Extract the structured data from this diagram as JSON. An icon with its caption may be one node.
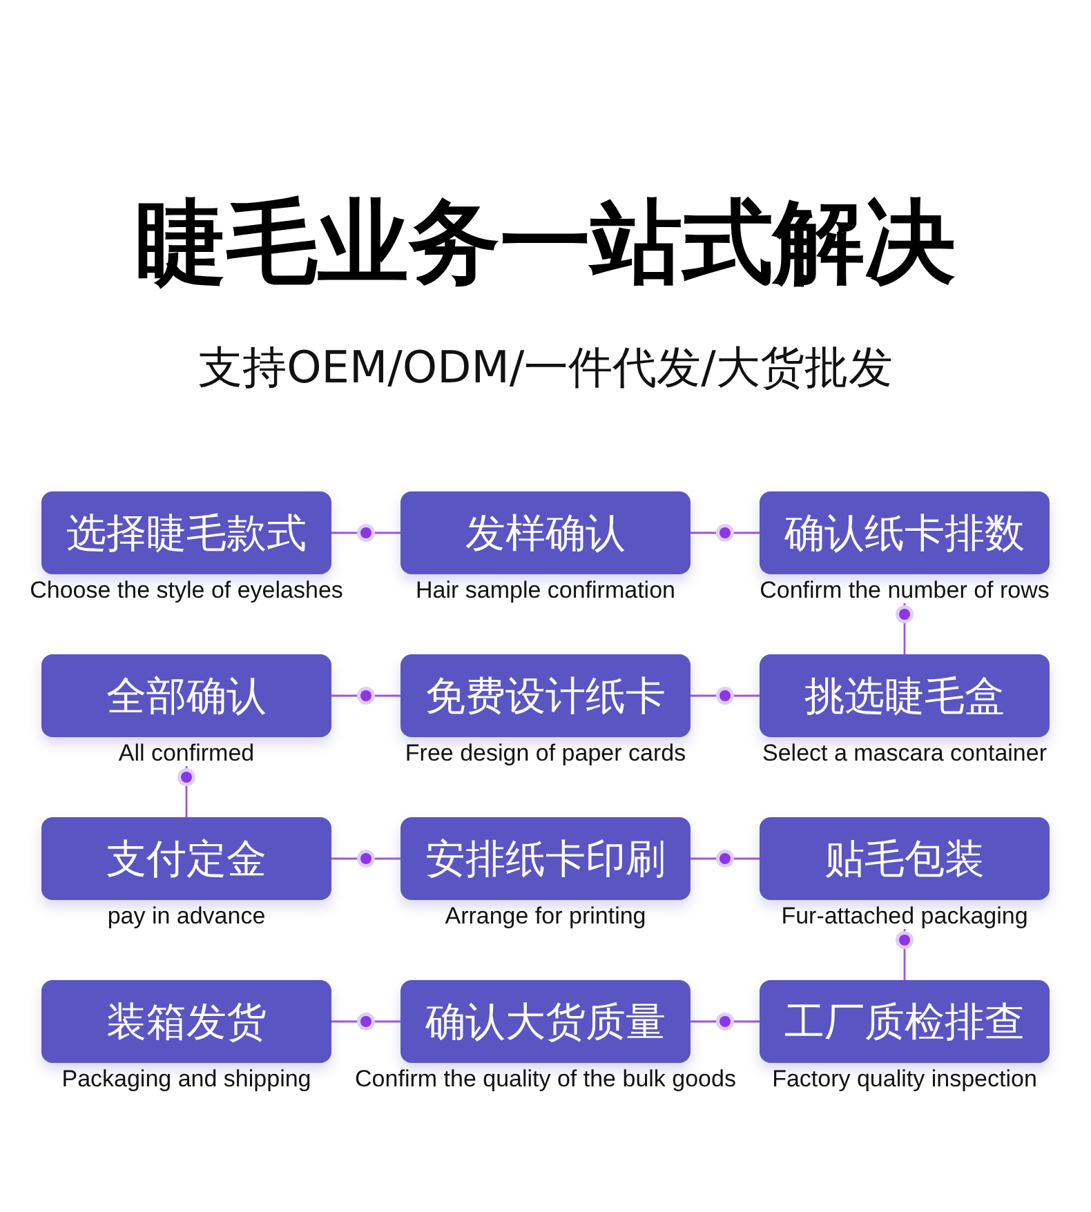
{
  "diagram": {
    "title": "睫毛业务一站式解决",
    "nodes": [
      {
        "text": [
          "选择睫毛款式"
        ],
        "beside": [
          "Choose the style of eyelashes"
        ]
      },
      {
        "text": [
          "发样确认"
        ],
        "beside": [
          "Hair sample confirmation"
        ]
      },
      {
        "text": [
          "确认纸卡排数"
        ],
        "beside": [
          "Confirm the number of rows"
        ]
      },
      {
        "text": [
          "全部确认"
        ],
        "beside": [
          "All confirmed"
        ]
      },
      {
        "text": [
          "免费设计纸卡"
        ],
        "beside": [
          "Free design of paper cards"
        ]
      },
      {
        "text": [
          "挑选睫毛盒"
        ],
        "beside": [
          "Select a mascara container"
        ]
      },
      {
        "text": [
          "支付定金"
        ],
        "beside": [
          "pay in advance"
        ]
      },
      {
        "text": [
          "安排纸卡印刷"
        ],
        "beside": [
          "Arrange for printing"
        ]
      },
      {
        "text": [
          "贴毛包装"
        ],
        "beside": [
          "Fur-attached packaging"
        ]
      },
      {
        "text": [
          "装箱发货"
        ],
        "beside": [
          "Packaging and shipping"
        ]
      },
      {
        "text": [
          "确认大货质量"
        ],
        "beside": [
          "Confirm the quality of the bulk goods"
        ]
      },
      {
        "text": [
          "工厂质检排查"
        ],
        "beside": [
          "Factory quality inspection"
        ]
      }
    ],
    "edges": [
      {
        "from": 0,
        "to": 1,
        "arrow": "none"
      },
      {
        "from": 1,
        "to": 2,
        "arrow": "none"
      },
      {
        "from": 2,
        "to": 5,
        "arrow": "none"
      },
      {
        "from": 5,
        "to": 4,
        "arrow": "none"
      },
      {
        "from": 4,
        "to": 3,
        "arrow": "none"
      },
      {
        "from": 3,
        "to": 6,
        "arrow": "none"
      },
      {
        "from": 6,
        "to": 7,
        "arrow": "none"
      },
      {
        "from": 7,
        "to": 8,
        "arrow": "none"
      },
      {
        "from": 8,
        "to": 11,
        "arrow": "none"
      },
      {
        "from": 11,
        "to": 10,
        "arrow": "none"
      },
      {
        "from": 10,
        "to": 9,
        "arrow": "none"
      }
    ],
    "labels": [
      "支持OEM/ODM/一件代发/大货批发"
    ]
  }
}
